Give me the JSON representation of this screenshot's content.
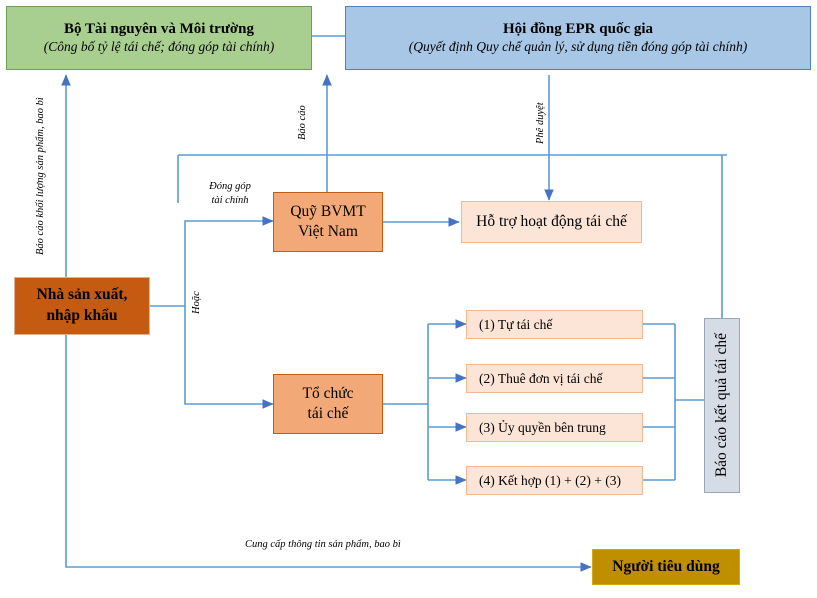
{
  "diagram": {
    "title": "So do EPR Viet Nam",
    "colors": {
      "ministry_fill": "#a8cf8f",
      "council_fill": "#a8c6e5",
      "producer_fill": "#c55a11",
      "fund_fill": "#f3a977",
      "support_fill": "#fce4d6",
      "report_fill": "#d6dce5",
      "consumer_fill": "#bf8f00",
      "connector": "#5b9bd5"
    }
  },
  "nodes": {
    "ministry": {
      "title": "Bộ Tài nguyên và Môi trường",
      "subtitle": "(Công bố tỷ lệ tái chế; đóng góp tài chính)"
    },
    "council": {
      "title": "Hội đồng EPR quốc gia",
      "subtitle": "(Quyết định Quy chế quản lý, sử dụng tiền đóng góp tài chính)"
    },
    "producer": {
      "line1": "Nhà sản xuất,",
      "line2": "nhập khẩu"
    },
    "fund": {
      "line1": "Quỹ BVMT",
      "line2": "Việt Nam"
    },
    "support": {
      "label": "Hỗ trợ hoạt động tái chế"
    },
    "organization": {
      "line1": "Tổ chức",
      "line2": "tái chế"
    },
    "report": {
      "label": "Báo cáo kết quả tái chế"
    },
    "consumer": {
      "label": "Người tiêu dùng"
    }
  },
  "options": [
    {
      "label": "(1) Tự tái chế"
    },
    {
      "label": "(2) Thuê đơn vị tái chế"
    },
    {
      "label": "(3) Ủy quyền bên trung"
    },
    {
      "label": "(4) Kết hợp (1) + (2) + (3)"
    }
  ],
  "edge_labels": {
    "report_volume": "Báo cáo khối lượng sản phẩm, bao bì",
    "report_to_ministry": "Báo cáo",
    "approve": "Phê duyệt",
    "financial_contribution_l1": "Đóng góp",
    "financial_contribution_l2": "tài chính",
    "or": "Hoặc",
    "provide_info": "Cung cấp thông tin sản phẩm, bao bì"
  }
}
